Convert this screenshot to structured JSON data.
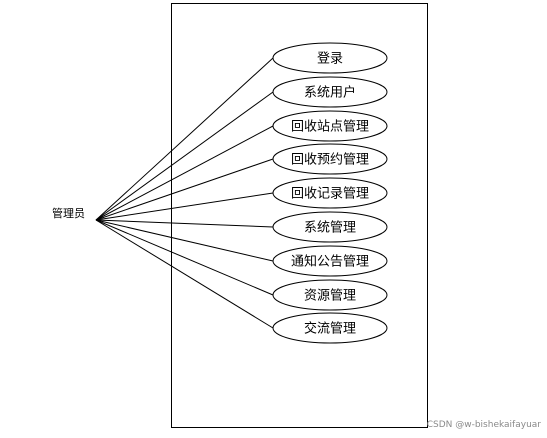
{
  "actor": {
    "label": "管理员"
  },
  "use_cases": [
    {
      "label": "登录"
    },
    {
      "label": "系统用户"
    },
    {
      "label": "回收站点管理"
    },
    {
      "label": "回收预约管理"
    },
    {
      "label": "回收记录管理"
    },
    {
      "label": "系统管理"
    },
    {
      "label": "通知公告管理"
    },
    {
      "label": "资源管理"
    },
    {
      "label": "交流管理"
    }
  ],
  "watermark": "CSDN @w-bishekaifayuar",
  "colors": {
    "line": "#000000",
    "background": "#ffffff",
    "watermark": "#8a8a8a"
  }
}
